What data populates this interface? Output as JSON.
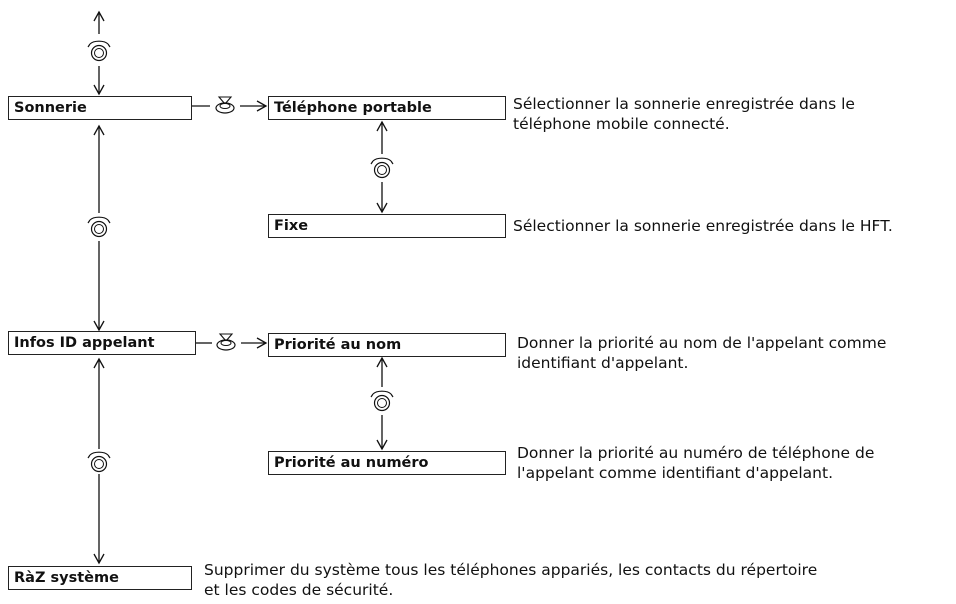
{
  "menu": {
    "items": [
      {
        "label": "Sonnerie"
      },
      {
        "label": "Infos ID appelant"
      },
      {
        "label": "RàZ système",
        "description": "Supprimer du système tous les téléphones appariés, les contacts du répertoire et les codes de sécurité."
      }
    ]
  },
  "sonnerie_options": [
    {
      "label": "Téléphone portable",
      "description": "Sélectionner la sonnerie enregistrée dans le téléphone mobile connecté."
    },
    {
      "label": "Fixe",
      "description": "Sélectionner la sonnerie enregistrée dans le HFT."
    }
  ],
  "caller_id_options": [
    {
      "label": "Priorité au nom",
      "description": "Donner la priorité au nom de l'appelant comme identifiant d'appelant."
    },
    {
      "label": "Priorité au numéro",
      "description": "Donner la priorité au numéro de téléphone de l'appelant comme identifiant d'appelant."
    }
  ],
  "icons": {
    "rotate": "rotate-knob-icon",
    "select": "press-knob-icon"
  },
  "colors": {
    "line": "#111111",
    "box_border": "#222222"
  }
}
